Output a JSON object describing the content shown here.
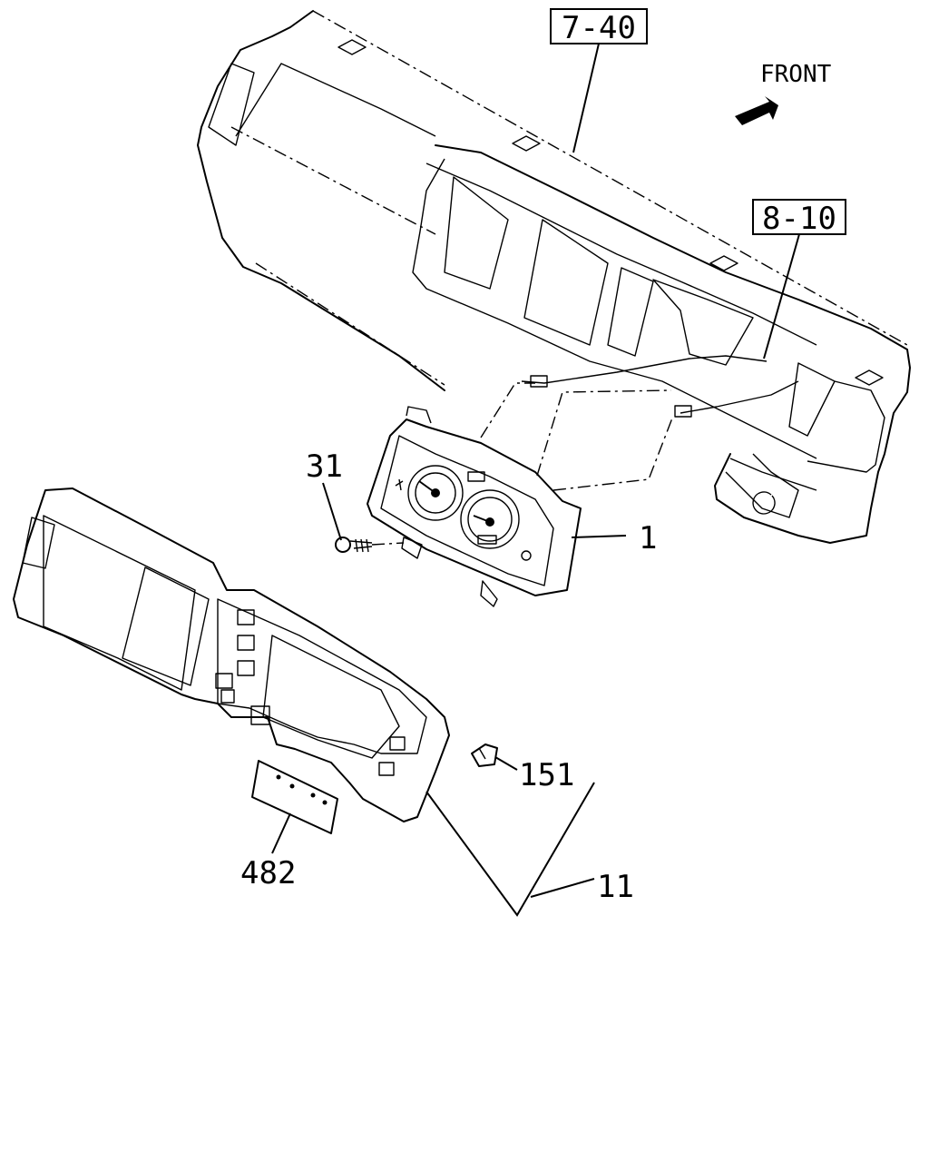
{
  "direction": {
    "label": "FRONT",
    "icon": "front-arrow-icon"
  },
  "references": [
    {
      "id": "ref-7-40",
      "text": "7-40"
    },
    {
      "id": "ref-8-10",
      "text": "8-10"
    }
  ],
  "callouts": {
    "c31": "31",
    "c1": "1",
    "c151": "151",
    "c11": "11",
    "c482": "482"
  }
}
